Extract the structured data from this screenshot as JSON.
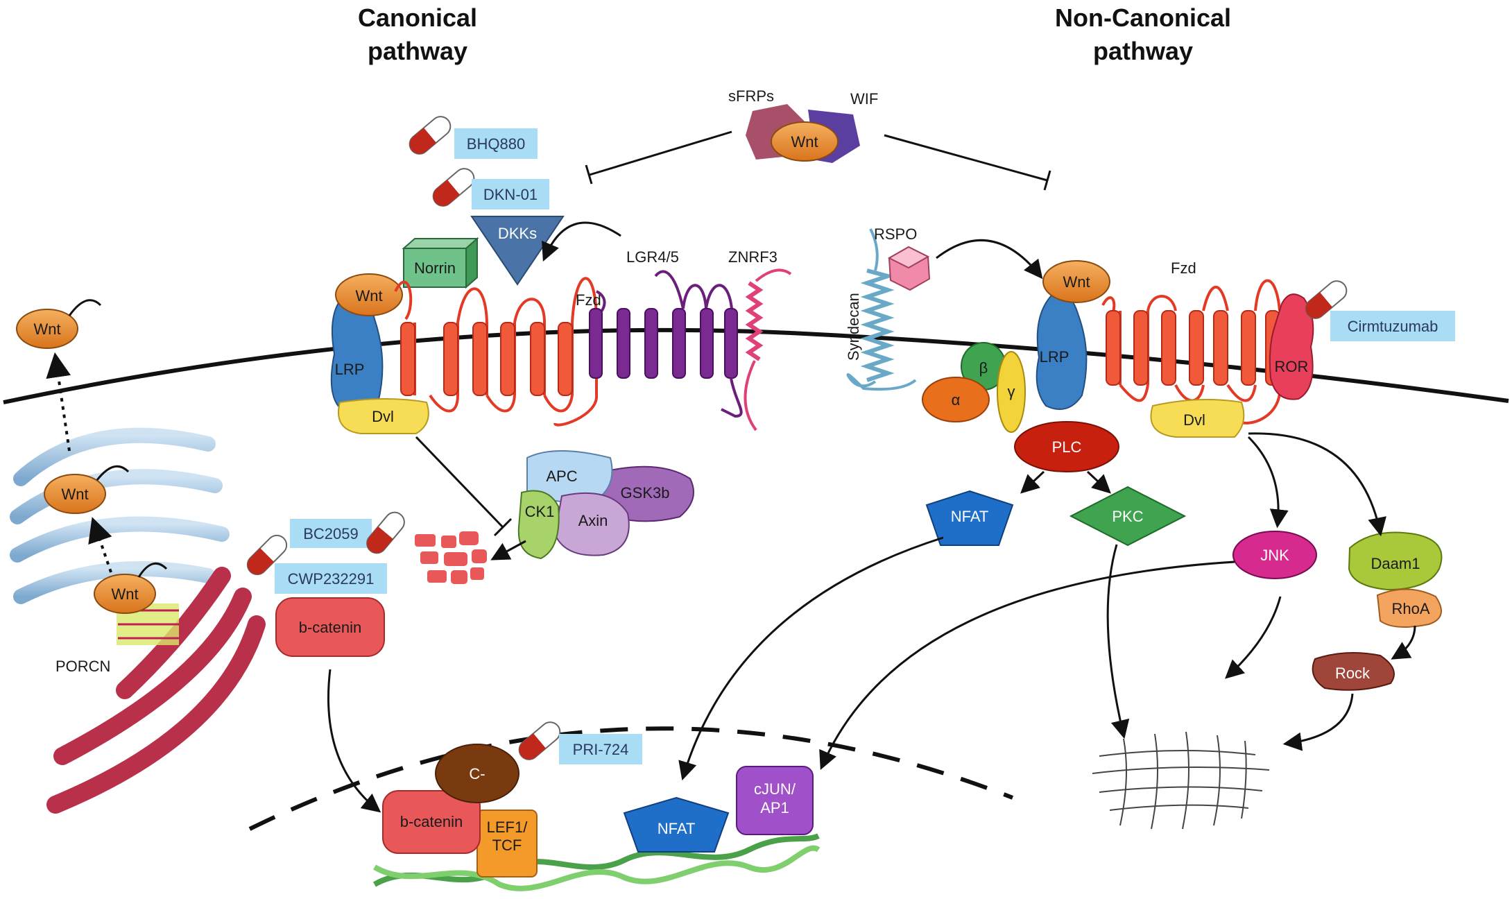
{
  "titles": {
    "canonical": [
      "Canonical",
      "pathway"
    ],
    "non_canonical": [
      "Non-Canonical",
      "pathway"
    ]
  },
  "inhibitors": {
    "sfrps": "sFRPs",
    "wif": "WIF",
    "wnt": "Wnt"
  },
  "drugs": {
    "bhq880": "BHQ880",
    "dkn01": "DKN-01",
    "bc2059": "BC2059",
    "cwp232291": "CWP232291",
    "pri724": "PRI-724",
    "cirmtuzumab": "Cirmtuzumab"
  },
  "canonical": {
    "wnt_secreted": "Wnt",
    "wnt_golgi": "Wnt",
    "wnt_er": "Wnt",
    "porcn": "PORCN",
    "wnt_receptor": "Wnt",
    "norrin": "Norrin",
    "dkks": "DKKs",
    "lrp": "LRP",
    "dvl": "Dvl",
    "fzd": "Fzd",
    "lgr": "LGR4/5",
    "znrf3": "ZNRF3",
    "apc": "APC",
    "gsk3b": "GSK3b",
    "ck1": "CK1",
    "axin": "Axin",
    "bcatenin": "b-catenin",
    "nuc_c": "C-",
    "nuc_bcatenin": "b-catenin",
    "lef_tcf": [
      "LEF1/",
      "TCF"
    ]
  },
  "noncanonical": {
    "rspo": "RSPO",
    "syndecan": "Syndecan",
    "wnt": "Wnt",
    "lrp": "LRP",
    "fzd": "Fzd",
    "ror": "ROR",
    "dvl": "Dvl",
    "alpha": "α",
    "beta": "β",
    "gamma": "γ",
    "plc": "PLC",
    "nfat": "NFAT",
    "pkc": "PKC",
    "jnk": "JNK",
    "daam1": "Daam1",
    "rhoa": "RhoA",
    "rock": "Rock",
    "nuc_nfat": "NFAT",
    "cjun": [
      "cJUN/",
      "AP1"
    ]
  },
  "colors": {
    "wnt": "#e8892e",
    "fzd": "#e9452a",
    "lrp": "#3b7fc4",
    "dvl": "#f6dd55",
    "drug_box": "#a9dcf5",
    "purple": "#6a1f7a",
    "bcatenin": "#e85858",
    "plc": "#c8200e",
    "nfat": "#1f6fc8",
    "pkc": "#3fa350",
    "jnk": "#d62a8e",
    "daam1": "#a9c93a",
    "rock": "#a0453a"
  }
}
